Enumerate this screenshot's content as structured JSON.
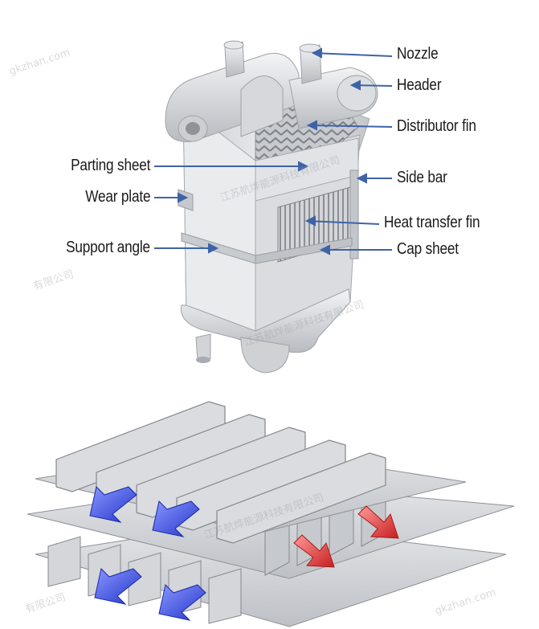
{
  "labels": {
    "nozzle": "Nozzle",
    "header": "Header",
    "distributor_fin": "Distributor fin",
    "parting_sheet": "Parting sheet",
    "side_bar": "Side bar",
    "wear_plate": "Wear plate",
    "heat_transfer_fin": "Heat transfer fin",
    "support_angle": "Support angle",
    "cap_sheet": "Cap sheet"
  },
  "watermarks": {
    "company_cn": "江苏航烨能源科技有限公司",
    "site": "gkzhan.com",
    "partial": "有限公司"
  },
  "colors": {
    "label_text": "#1a1a1a",
    "leader_line": "#3f63a8",
    "exchanger_body": "#d9dbde",
    "exchanger_shadow": "#b9bcc1",
    "fin_dark": "#8a8d93",
    "plate": "#c9ccd0",
    "plate_top": "#dfe1e4",
    "arrow_cold": "#3a4fe0",
    "arrow_hot": "#e03a3a"
  }
}
